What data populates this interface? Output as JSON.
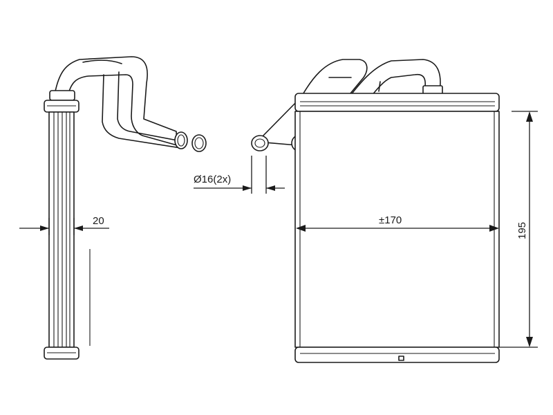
{
  "drawing": {
    "labels": {
      "pipe_diameter": "Ø16(2x)",
      "side_depth": "20",
      "core_width": "±170",
      "core_height": "195"
    },
    "colors": {
      "line": "#1a1a1a",
      "background": "#ffffff"
    }
  }
}
